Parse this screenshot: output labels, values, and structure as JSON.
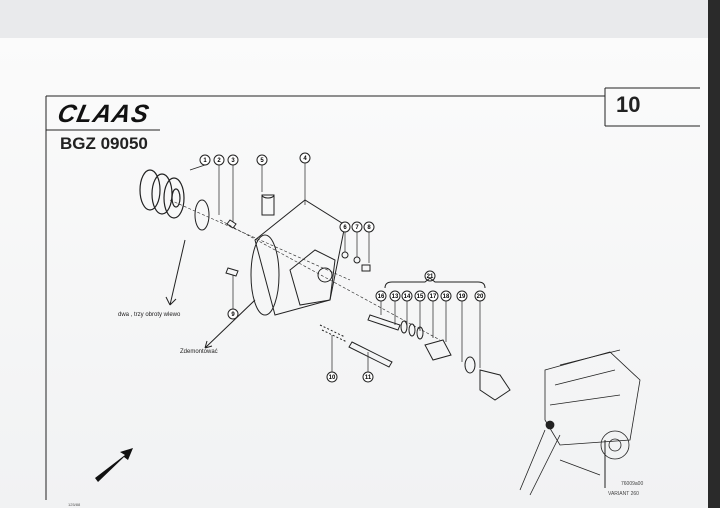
{
  "header": {
    "brand": "CLAAS",
    "group_code": "BGZ 09050",
    "page_number": "10"
  },
  "annotations": {
    "note_1": "dwa , trzy obroty wlewo",
    "note_2": "Zdemontować"
  },
  "callouts": [
    "1",
    "2",
    "3",
    "5",
    "4",
    "6",
    "7",
    "8",
    "21",
    "16",
    "13",
    "14",
    "15",
    "17",
    "18",
    "19",
    "20",
    "9",
    "10",
    "11"
  ],
  "footer": {
    "drawing_ref": "76009a00",
    "model": "VARIANT 260",
    "page_code": "125/88"
  }
}
